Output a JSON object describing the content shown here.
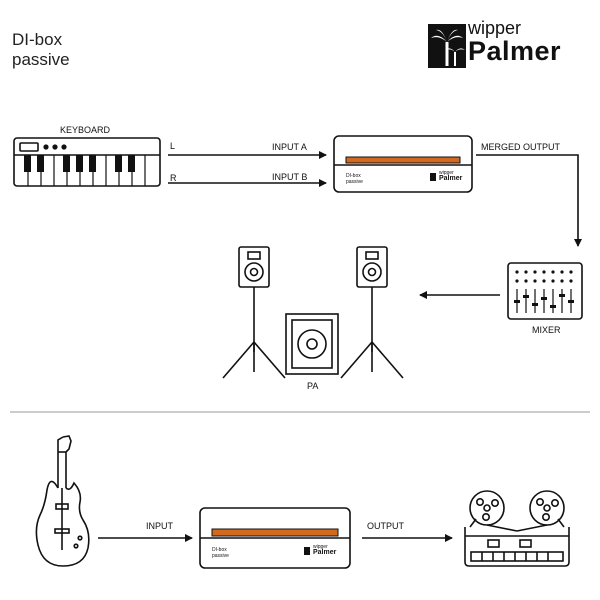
{
  "title": {
    "line1": "DI-box",
    "line2": "passive"
  },
  "brand": {
    "top": "wipper",
    "main": "Palmer"
  },
  "section1": {
    "keyboard_label": "KEYBOARD",
    "left_channel": "L",
    "right_channel": "R",
    "input_a": "INPUT A",
    "input_b": "INPUT B",
    "merged_output": "MERGED OUTPUT",
    "mixer_label": "MIXER",
    "pa_label": "PA",
    "dibox": {
      "name1": "DI-box",
      "name2": "passive",
      "brand_top": "wipper",
      "brand_main": "Palmer"
    }
  },
  "section2": {
    "input": "INPUT",
    "output": "OUTPUT",
    "dibox": {
      "name1": "DI-box",
      "name2": "passive",
      "brand_top": "wipper",
      "brand_main": "Palmer"
    }
  },
  "colors": {
    "stroke": "#111111",
    "accent": "#d2691e",
    "background": "#ffffff"
  },
  "icons": [
    "palm-tree-icon",
    "keyboard-icon",
    "dibox-icon",
    "mixer-icon",
    "speaker-icon",
    "subwoofer-icon",
    "tripod-stand-icon",
    "guitar-icon",
    "reel-to-reel-recorder-icon",
    "arrow-icon"
  ]
}
